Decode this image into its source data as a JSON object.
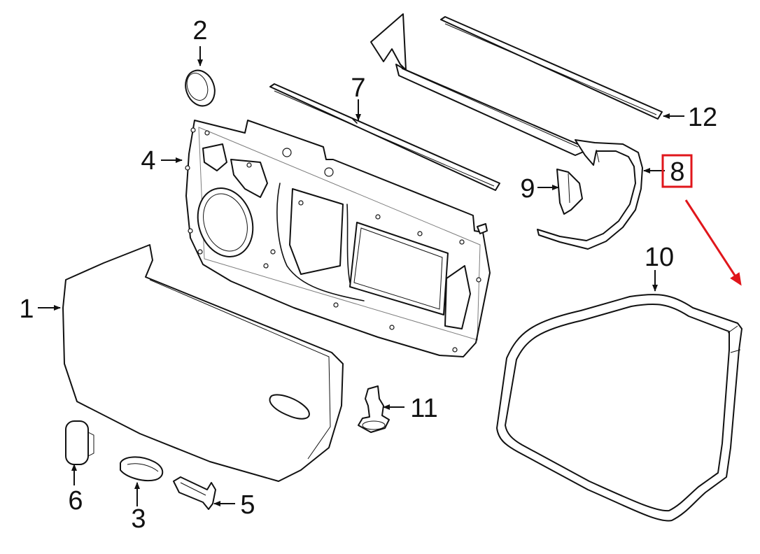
{
  "callouts": {
    "c1": "1",
    "c2": "2",
    "c3": "3",
    "c4": "4",
    "c5": "5",
    "c6": "6",
    "c7": "7",
    "c8": "8",
    "c9": "9",
    "c10": "10",
    "c11": "11",
    "c12": "12"
  },
  "highlight": {
    "callout": "8",
    "box_color": "#e0161b",
    "arrow_color": "#e0161b"
  }
}
